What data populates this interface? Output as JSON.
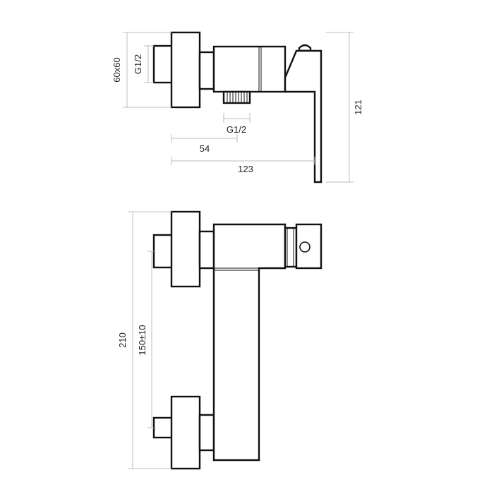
{
  "dimensions": {
    "flange_size": "60x60",
    "inlet_thread": "G1/2",
    "outlet_thread": "G1/2",
    "body_depth": "54",
    "lever_reach": "123",
    "overall_height": "121",
    "overall_length": "210",
    "inlet_spacing": "150±10"
  },
  "colors": {
    "outline": "#111111",
    "dimension_line": "#bdbdbd",
    "text": "#222222"
  }
}
